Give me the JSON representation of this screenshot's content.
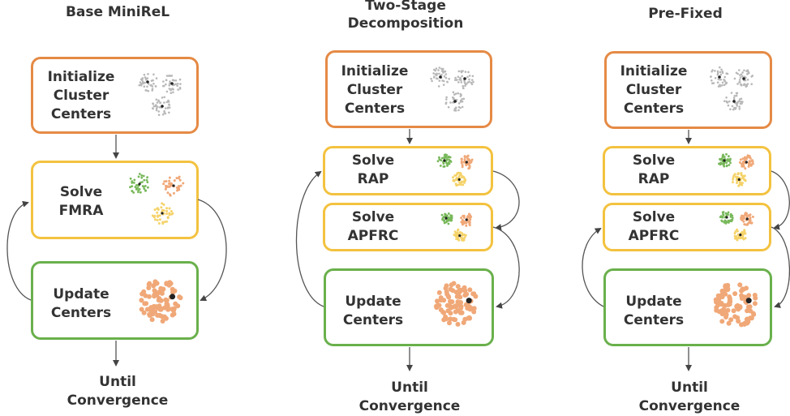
{
  "columns": [
    {
      "title": "Base MiniReL",
      "steps": [
        {
          "label": "Initialize\nCluster\nCenters",
          "color": "#e58a45"
        },
        {
          "label": "Solve\nFMRA",
          "color": "#f3c23f"
        },
        {
          "label": "Update\nCenters",
          "color": "#6ab04c"
        }
      ],
      "footer": "Until\nConvergence"
    },
    {
      "title": "Two-Stage\nDecomposition",
      "steps": [
        {
          "label": "Initialize\nCluster\nCenters",
          "color": "#e58a45"
        },
        {
          "label": "Solve\nRAP",
          "color": "#f3c23f"
        },
        {
          "label": "Solve\nAPFRC",
          "color": "#f3c23f"
        },
        {
          "label": "Update\nCenters",
          "color": "#6ab04c"
        }
      ],
      "footer": "Until\nConvergence"
    },
    {
      "title": "Pre-Fixed",
      "steps": [
        {
          "label": "Initialize\nCluster\nCenters",
          "color": "#e58a45"
        },
        {
          "label": "Solve\nRAP",
          "color": "#f3c23f"
        },
        {
          "label": "Solve\nAPFRC",
          "color": "#f3c23f"
        },
        {
          "label": "Update\nCenters",
          "color": "#6ab04c"
        }
      ],
      "footer": "Until\nConvergence"
    }
  ],
  "cluster_colors": {
    "gray": "#b8b8b8",
    "green": "#78b85a",
    "orange": "#f0a878",
    "yellow": "#f5d36a",
    "center": "#222222"
  }
}
